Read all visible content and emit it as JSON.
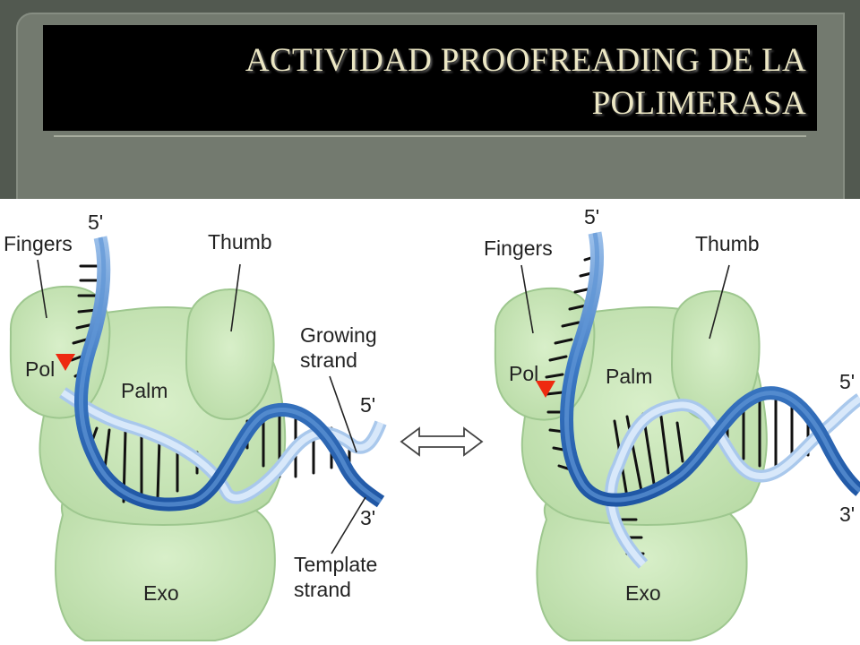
{
  "slide": {
    "title_line1": "ACTIVIDAD PROOFREADING DE LA",
    "title_line2": "POLIMERASA"
  },
  "left_panel": {
    "fingers": "Fingers",
    "thumb": "Thumb",
    "pol": "Pol",
    "palm": "Palm",
    "exo": "Exo",
    "growing_strand_1": "Growing",
    "growing_strand_2": "strand",
    "template_strand_1": "Template",
    "template_strand_2": "strand",
    "five_prime_top": "5'",
    "five_prime_right": "5'",
    "three_prime_right": "3'"
  },
  "right_panel": {
    "fingers": "Fingers",
    "thumb": "Thumb",
    "pol": "Pol",
    "palm": "Palm",
    "exo": "Exo",
    "five_prime_top": "5'",
    "five_prime_right": "5'",
    "three_prime_right": "3'"
  },
  "colors": {
    "protein": "#c8e6b8",
    "protein_outline": "#9ec78f",
    "template_strand": "#3c79c4",
    "growing_strand": "#c4dcf5",
    "marker": "#ee2a10"
  }
}
